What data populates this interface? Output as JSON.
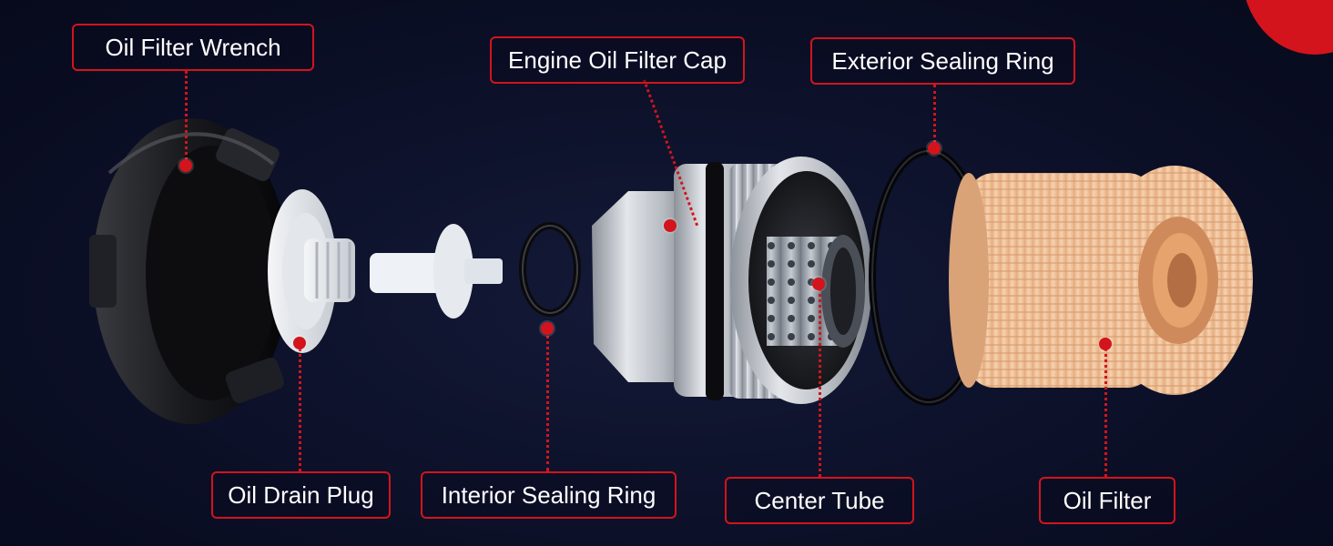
{
  "labels": {
    "oil_filter_wrench": "Oil Filter Wrench",
    "engine_oil_filter_cap": "Engine Oil Filter Cap",
    "exterior_sealing_ring": "Exterior Sealing Ring",
    "oil_drain_plug": "Oil Drain Plug",
    "interior_sealing_ring": "Interior Sealing Ring",
    "center_tube": "Center Tube",
    "oil_filter": "Oil Filter"
  },
  "colors": {
    "accent": "#d3141c",
    "background": "#0c1028",
    "label_text": "#ffffff",
    "filter_media": "#f1c29a",
    "wrench": "#1c1c1e",
    "cap_metal": "#c9ccd2"
  }
}
